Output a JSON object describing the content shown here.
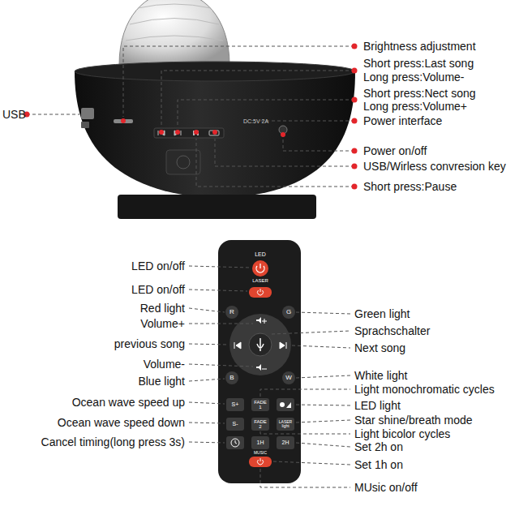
{
  "diagram": {
    "labels": [
      "Brightness adjustment",
      "Short press:Last song",
      "Long press:Volume-",
      "Short press:Nect song",
      "Long press:Volume+",
      "USB",
      "Power interface",
      "DC:5V 2A",
      "Power on/off",
      "USB/Wirless convresion key",
      "Short press:Pause",
      "LED",
      "LED on/off",
      "LASER",
      "LED on/off",
      "Red light",
      "R",
      "G",
      "Green light",
      "Volume+",
      "Sprachschalter",
      "previous song",
      "Next song",
      "Volume-",
      "Blue light",
      "B",
      "W",
      "White light",
      "Light monochromatic cycles",
      "Ocean wave speed up",
      "S+",
      "FADE 1",
      "LED light",
      "Ocean wave speed down",
      "S-",
      "FADE 2",
      "LASER light",
      "Star shine/breath mode",
      "Light bicolor cycles",
      "Cancel timing(long press 3s)",
      "1H",
      "2H",
      "Set 2h on",
      "MUSIC",
      "Set 1h on",
      "MUsic on/off"
    ]
  }
}
